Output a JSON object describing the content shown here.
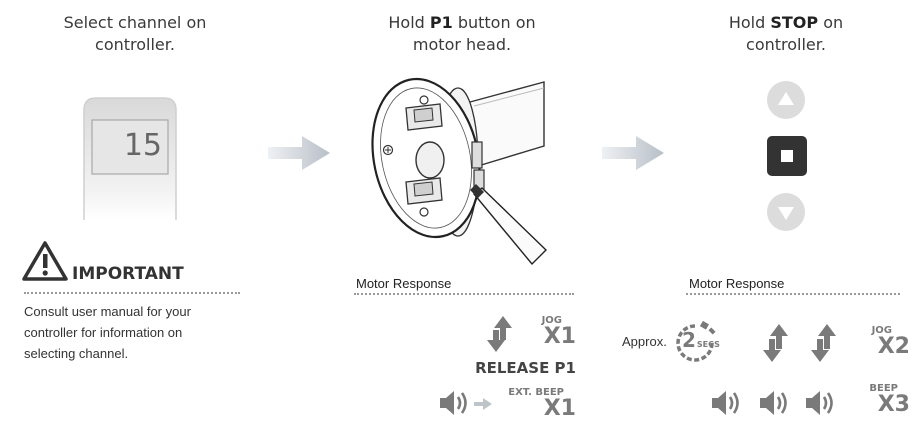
{
  "steps": [
    {
      "caption_before": "Select channel on",
      "caption_line2": "controller.",
      "caption_bold": ""
    },
    {
      "caption_before": "Hold ",
      "caption_bold": "P1",
      "caption_after": " button on",
      "caption_line2": "motor head."
    },
    {
      "caption_before": "Hold ",
      "caption_bold": "STOP",
      "caption_after": " on",
      "caption_line2": "controller."
    }
  ],
  "remote": {
    "channel": "15"
  },
  "important": {
    "title": "IMPORTANT",
    "body_line1": "Consult user manual for your",
    "body_line2": "controller for information on",
    "body_line3": "selecting channel."
  },
  "motor_response_label": "Motor Response",
  "step2_response": {
    "jog_label": "JOG",
    "jog_count": "X1",
    "release_text": "RELEASE P1",
    "beep_label": "EXT. BEEP",
    "beep_count": "X1"
  },
  "step3_response": {
    "approx_label": "Approx.",
    "timer_value": "2",
    "timer_unit": "SECS",
    "jog_label": "JOG",
    "jog_count": "X2",
    "beep_label": "BEEP",
    "beep_count": "X3"
  },
  "icons": [
    "arrow-right-icon",
    "remote-icon",
    "warning-icon",
    "motor-head-icon",
    "screwdriver-icon",
    "up-button-icon",
    "stop-button-icon",
    "down-button-icon",
    "jog-arrows-icon",
    "speaker-icon",
    "timer-icon"
  ],
  "colors": {
    "arrow": "#c9ced4",
    "icon_gray": "#7a7a7a",
    "stop_dark": "#333333",
    "button_light": "#dcdcdc"
  }
}
